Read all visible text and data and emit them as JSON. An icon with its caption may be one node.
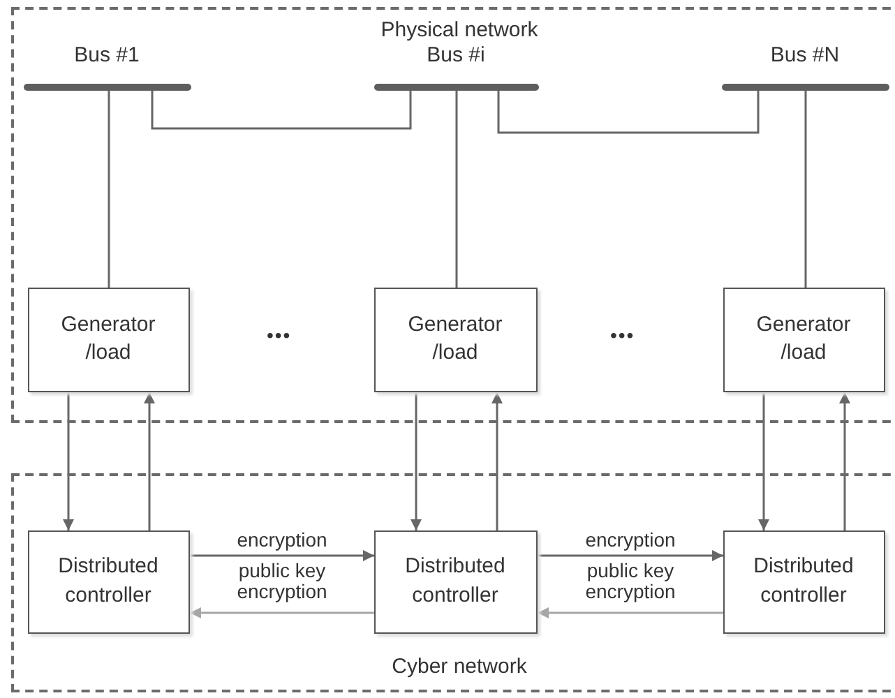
{
  "diagram": {
    "nodes": [
      {
        "text": [
          "Physical network"
        ]
      },
      {
        "text": [
          "Bus #1"
        ],
        "in": 0
      },
      {
        "text": [
          "Bus #i"
        ],
        "in": 0
      },
      {
        "text": [
          "Bus #N"
        ],
        "in": 0
      },
      {
        "text": [
          "Generator /load"
        ],
        "in": 0
      },
      {
        "text": [
          "Generator /load"
        ],
        "in": 0
      },
      {
        "text": [
          "Generator /load"
        ],
        "in": 0
      },
      {
        "text": [
          "Cyber network"
        ]
      },
      {
        "text": [
          "Distributed controller"
        ],
        "in": 7
      },
      {
        "text": [
          "Distributed controller"
        ],
        "in": 7
      },
      {
        "text": [
          "Distributed controller"
        ],
        "in": 7
      }
    ],
    "edges": [
      {
        "from": 1,
        "to": 4,
        "arrow": "none"
      },
      {
        "from": 1,
        "to": 2,
        "arrow": "none"
      },
      {
        "from": 2,
        "to": 5,
        "arrow": "none"
      },
      {
        "from": 2,
        "to": 3,
        "arrow": "none"
      },
      {
        "from": 3,
        "to": 6,
        "arrow": "none"
      },
      {
        "from": 4,
        "to": 8,
        "arrow": "to"
      },
      {
        "from": 8,
        "to": 4,
        "arrow": "to"
      },
      {
        "from": 5,
        "to": 9,
        "arrow": "to"
      },
      {
        "from": 9,
        "to": 5,
        "arrow": "to"
      },
      {
        "from": 6,
        "to": 10,
        "arrow": "to"
      },
      {
        "from": 10,
        "to": 6,
        "arrow": "to"
      },
      {
        "from": 8,
        "to": 9,
        "arrow": "to",
        "label": "encryption"
      },
      {
        "from": 9,
        "to": 8,
        "arrow": "to",
        "label": "public key encryption",
        "color": "#a6a6a6"
      },
      {
        "from": 9,
        "to": 10,
        "arrow": "to",
        "label": "encryption"
      },
      {
        "from": 10,
        "to": 9,
        "arrow": "to",
        "label": "public key encryption",
        "color": "#a6a6a6"
      }
    ],
    "labels": [
      "•••",
      "•••"
    ]
  }
}
